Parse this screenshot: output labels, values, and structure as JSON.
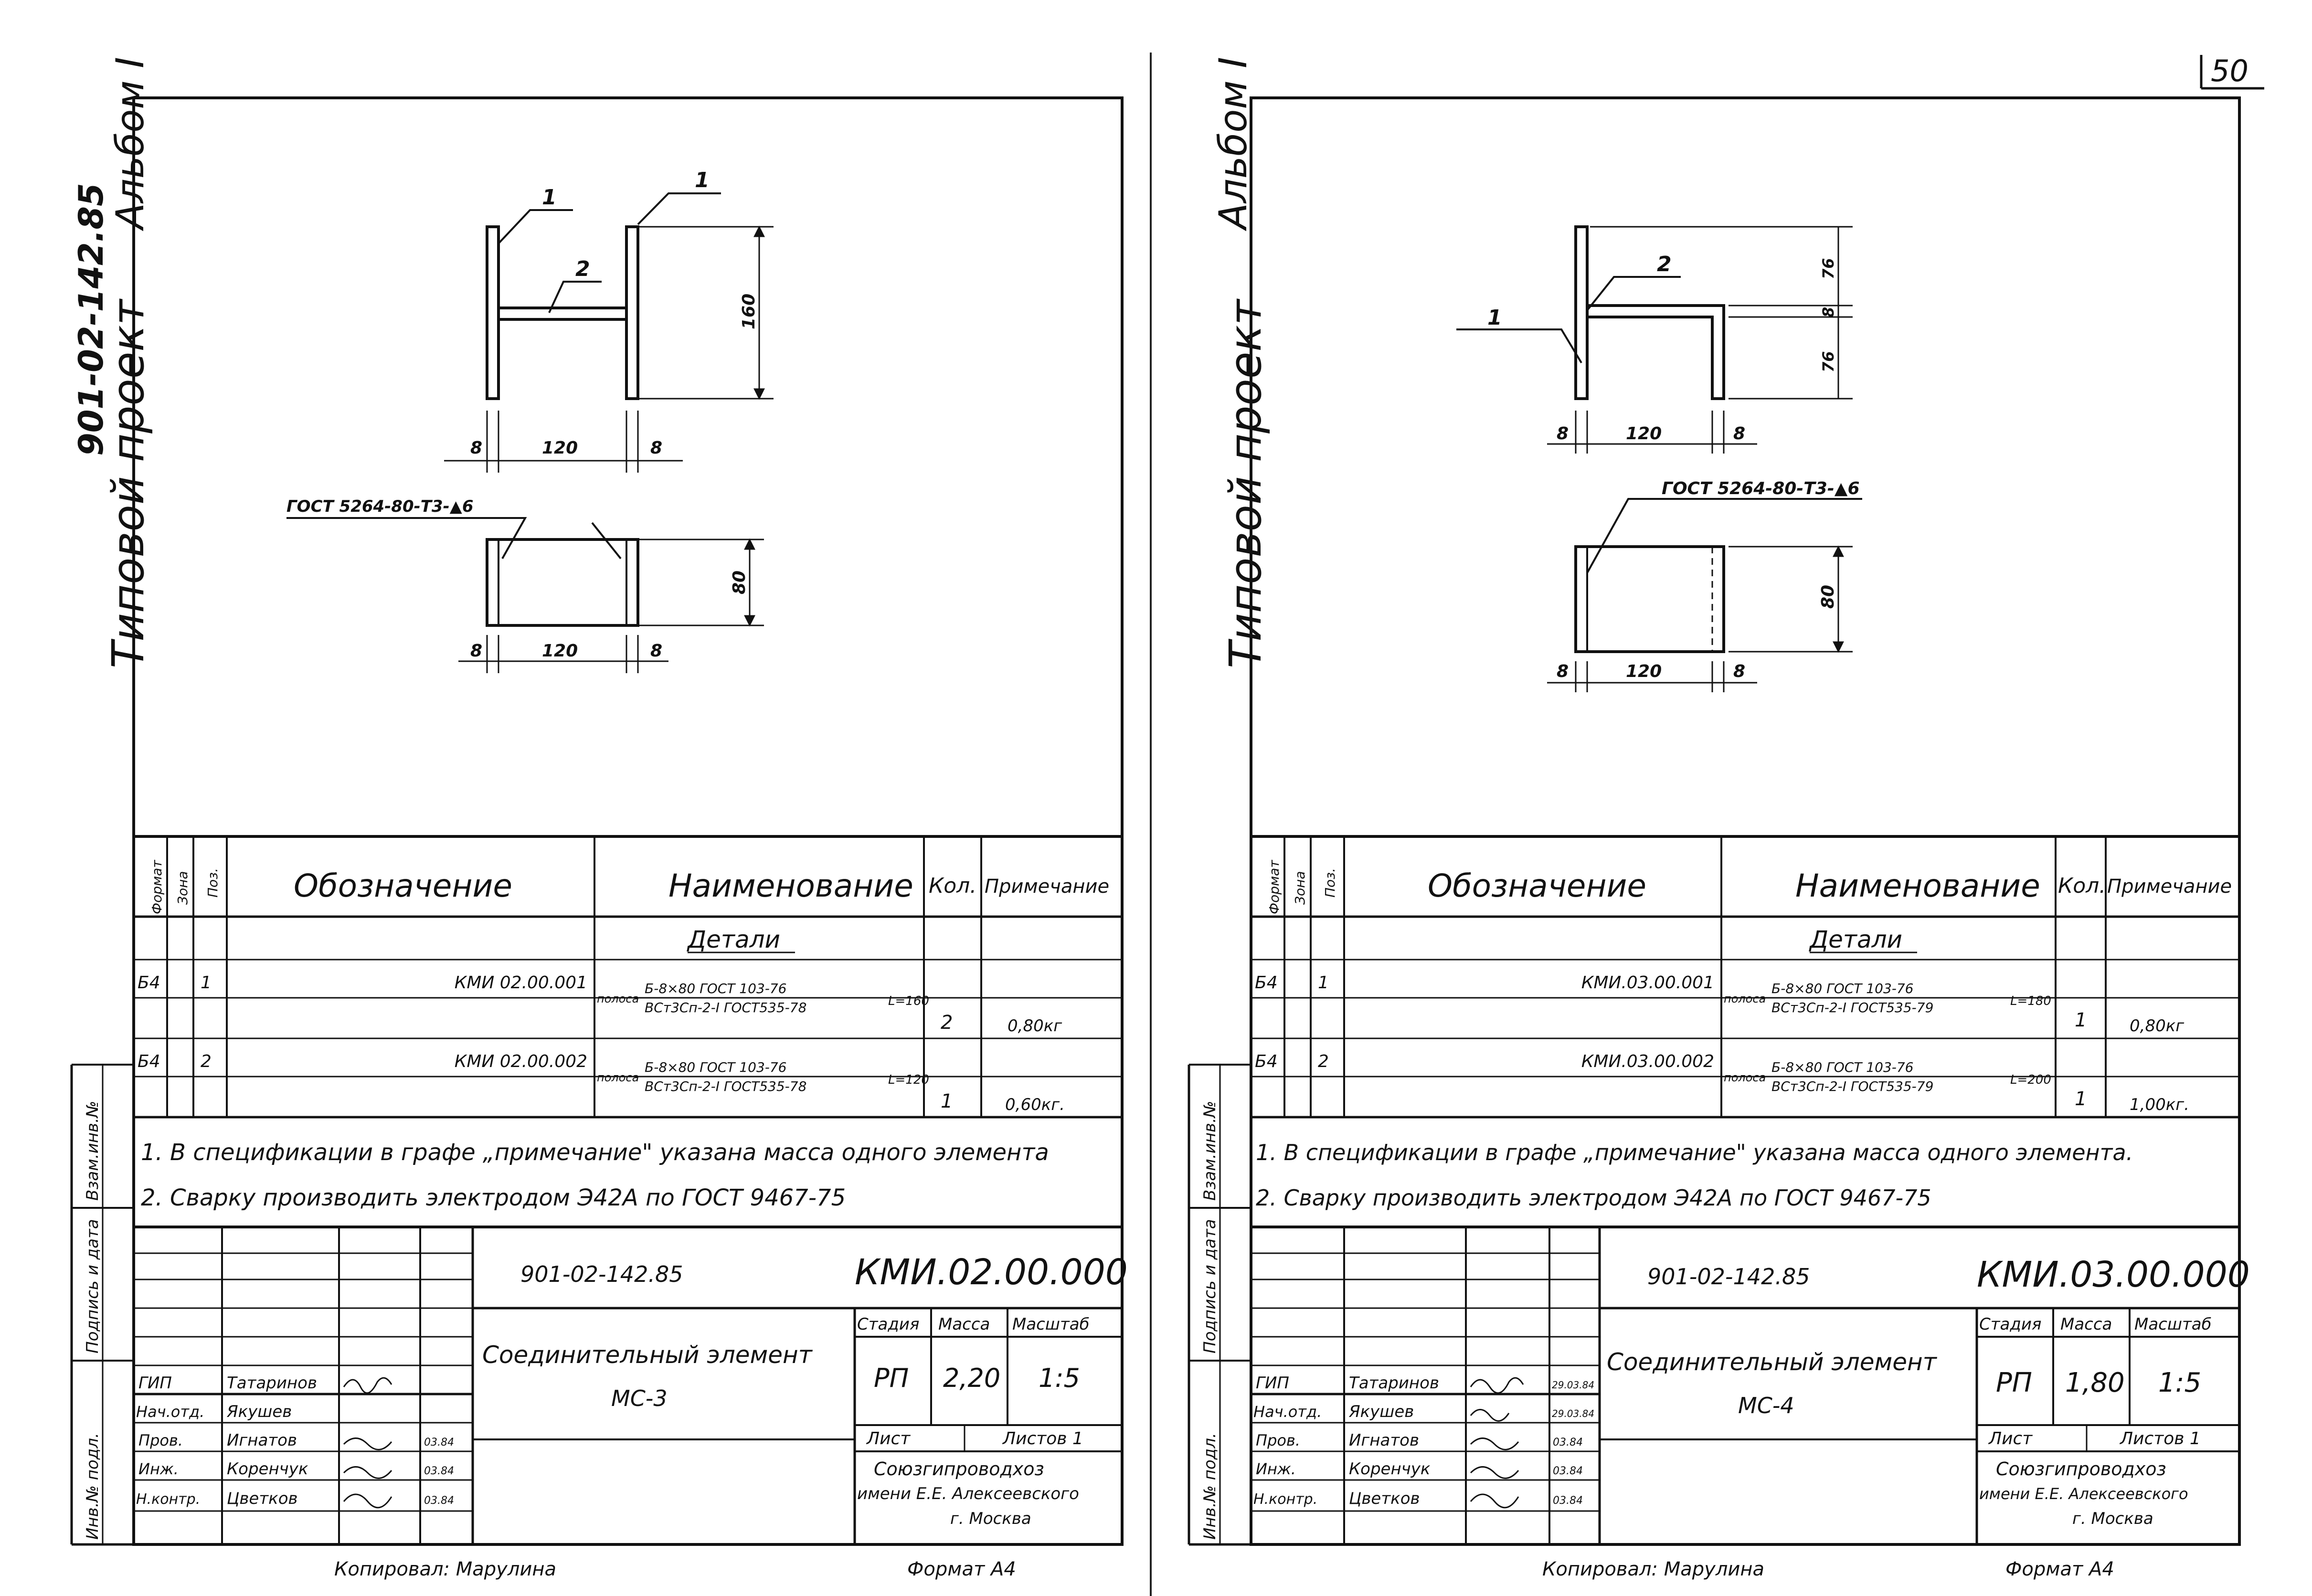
{
  "page_number": "50",
  "footer": {
    "copied_by": "Копировал: Марулина",
    "format": "Формат А4"
  },
  "sheets": [
    {
      "side_title": "Типовой проект",
      "side_code": "901-02-142.85",
      "side_album": "Альбом I",
      "drawing": {
        "labels": [
          "1",
          "1",
          "2"
        ],
        "dims": [
          "8",
          "120",
          "8",
          "160",
          "8",
          "120",
          "8",
          "80"
        ],
        "weld_note": "ГОСТ 5264-80-Т3-▲6"
      },
      "spec_header": {
        "format": "Формат",
        "zone": "Зона",
        "pos": "Поз.",
        "designation": "Обозначение",
        "name": "Наименование",
        "qty": "Кол.",
        "note": "Примечание"
      },
      "section": "Детали",
      "rows": [
        {
          "format": "Б4",
          "pos": "1",
          "designation": "КМИ 02.00.001",
          "prefix": "полоса",
          "name_top": "Б-8×80 ГОСТ 103-76",
          "name_bot": "ВСт3Сп-2-I ГОСТ535-78",
          "length": "L=160",
          "qty": "2",
          "note": "0,80кг"
        },
        {
          "format": "Б4",
          "pos": "2",
          "designation": "КМИ 02.00.002",
          "prefix": "полоса",
          "name_top": "Б-8×80 ГОСТ 103-76",
          "name_bot": "ВСт3Сп-2-I ГОСТ535-78",
          "length": "L=120",
          "qty": "1",
          "note": "0,60кг."
        }
      ],
      "notes": [
        "1. В спецификации в графе „примечание\" указана масса одного элемента",
        "2. Сварку производить электродом Э42А по ГОСТ 9467-75"
      ],
      "left_margin": [
        "Взам.инв.№",
        "Подпись и дата",
        "Инв.№ подл."
      ],
      "title_block": {
        "project": "901-02-142.85",
        "code": "КМИ.02.00.000",
        "name1": "Соединительный элемент",
        "name2": "МС-3",
        "stage_label": "Стадия",
        "mass_label": "Масса",
        "scale_label": "Масштаб",
        "stage": "РП",
        "mass": "2,20",
        "scale": "1:5",
        "sheet_label": "Лист",
        "sheets_label": "Листов 1",
        "org1": "Союзгипроводхоз",
        "org2": "имени Е.Е. Алексеевского",
        "org3": "г. Москва",
        "people": [
          {
            "role": "ГИП",
            "name": "Татаринов",
            "date": ""
          },
          {
            "role": "Нач.отд.",
            "name": "Якушев",
            "date": ""
          },
          {
            "role": "Пров.",
            "name": "Игнатов",
            "date": "03.84"
          },
          {
            "role": "Инж.",
            "name": "Коренчук",
            "date": "03.84"
          },
          {
            "role": "Н.контр.",
            "name": "Цветков",
            "date": "03.84"
          }
        ]
      }
    },
    {
      "side_title": "Типовой проект",
      "side_album": "Альбом I",
      "drawing": {
        "labels": [
          "1",
          "2"
        ],
        "dims": [
          "8",
          "120",
          "8",
          "76",
          "8",
          "76",
          "8",
          "120",
          "8",
          "80"
        ],
        "weld_note": "ГОСТ 5264-80-Т3-▲6"
      },
      "spec_header": {
        "format": "Формат",
        "zone": "Зона",
        "pos": "Поз.",
        "designation": "Обозначение",
        "name": "Наименование",
        "qty": "Кол.",
        "note": "Примечание"
      },
      "section": "Детали",
      "rows": [
        {
          "format": "Б4",
          "pos": "1",
          "designation": "КМИ.03.00.001",
          "prefix": "полоса",
          "name_top": "Б-8×80 ГОСТ 103-76",
          "name_bot": "ВСт3Сп-2-I ГОСТ535-79",
          "length": "L=180",
          "qty": "1",
          "note": "0,80кг"
        },
        {
          "format": "Б4",
          "pos": "2",
          "designation": "КМИ.03.00.002",
          "prefix": "полоса",
          "name_top": "Б-8×80 ГОСТ 103-76",
          "name_bot": "ВСт3Сп-2-I ГОСТ535-79",
          "length": "L=200",
          "qty": "1",
          "note": "1,00кг."
        }
      ],
      "notes": [
        "1. В спецификации в графе „примечание\" указана масса одного элемента.",
        "2. Сварку производить электродом Э42А по ГОСТ 9467-75"
      ],
      "left_margin": [
        "Взам.инв.№",
        "Подпись и дата",
        "Инв.№ подл."
      ],
      "title_block": {
        "project": "901-02-142.85",
        "code": "КМИ.03.00.000",
        "name1": "Соединительный элемент",
        "name2": "МС-4",
        "stage_label": "Стадия",
        "mass_label": "Масса",
        "scale_label": "Масштаб",
        "stage": "РП",
        "mass": "1,80",
        "scale": "1:5",
        "sheet_label": "Лист",
        "sheets_label": "Листов 1",
        "org1": "Союзгипроводхоз",
        "org2": "имени Е.Е. Алексеевского",
        "org3": "г. Москва",
        "people": [
          {
            "role": "ГИП",
            "name": "Татаринов",
            "date": "29.03.84"
          },
          {
            "role": "Нач.отд.",
            "name": "Якушев",
            "date": "29.03.84"
          },
          {
            "role": "Пров.",
            "name": "Игнатов",
            "date": "03.84"
          },
          {
            "role": "Инж.",
            "name": "Коренчук",
            "date": "03.84"
          },
          {
            "role": "Н.контр.",
            "name": "Цветков",
            "date": "03.84"
          }
        ]
      }
    }
  ]
}
